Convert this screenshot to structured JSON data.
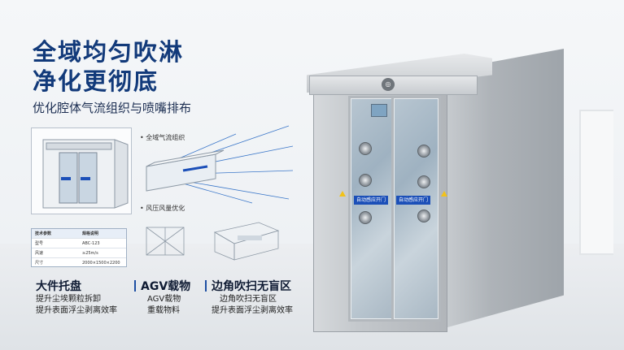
{
  "headline": {
    "line1": "全域均匀吹淋",
    "line2": "净化更彻底"
  },
  "subline": "优化腔体气流组织与喷嘴排布",
  "callouts": {
    "airflow": "• 全域气流组织",
    "pressure": "• 风压风量优化"
  },
  "spec_table": {
    "rows": [
      [
        "技术参数",
        "规格说明"
      ],
      [
        "型号",
        "ABC-123"
      ],
      [
        "风速",
        "≥25m/s"
      ],
      [
        "尺寸",
        "2000×1500×2200"
      ]
    ]
  },
  "features": [
    {
      "title": "大件托盘",
      "lines": [
        "提升尘埃颗粒拆卸",
        "提升表面浮尘剥离效率"
      ]
    },
    {
      "title": "AGV载物",
      "lines": [
        "AGV载物",
        "重载物料"
      ]
    },
    {
      "title": "边角吹扫无盲区",
      "lines": [
        "边角吹扫无盲区",
        "提升表面浮尘剥离效率"
      ]
    }
  ],
  "door_labels": {
    "left": "自动感应开门",
    "right": "自动感应开门"
  },
  "colors": {
    "brand": "#123a7a",
    "accent": "#1b4fb8"
  }
}
